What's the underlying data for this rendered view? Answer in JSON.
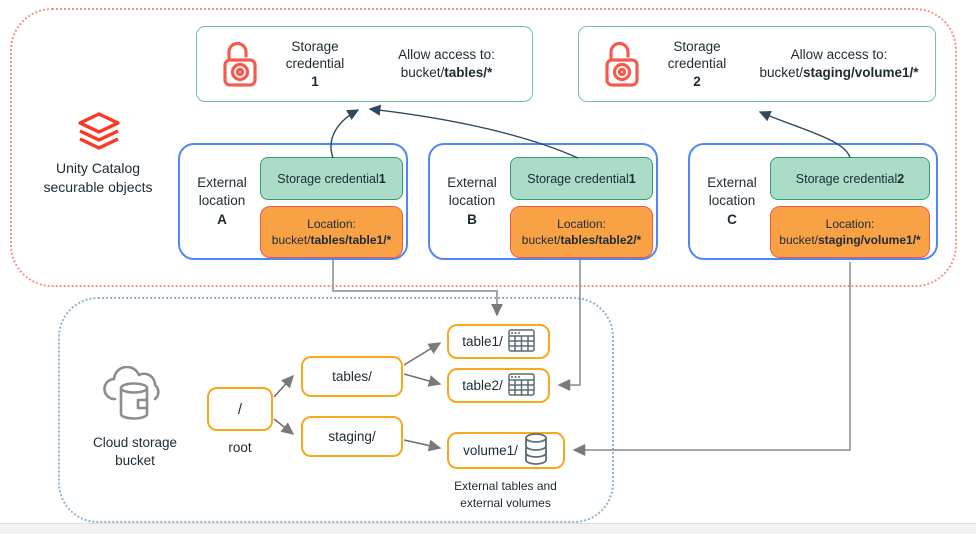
{
  "unity_section": {
    "label_line1": "Unity Catalog",
    "label_line2": "securable objects"
  },
  "storage_credentials": [
    {
      "title_line1": "Storage",
      "title_line2": "credential",
      "number": "1",
      "allow_label": "Allow access to:",
      "path_prefix": "bucket/",
      "path_bold": "tables/*"
    },
    {
      "title_line1": "Storage",
      "title_line2": "credential",
      "number": "2",
      "allow_label": "Allow access to:",
      "path_prefix": "bucket/",
      "path_bold": "staging/volume1/*"
    }
  ],
  "external_locations": [
    {
      "label1": "External",
      "label2": "location",
      "letter": "A",
      "credential_label": "Storage credential ",
      "credential_number": "1",
      "location_label": "Location:",
      "location_prefix": "bucket/",
      "location_bold": "tables/table1/*"
    },
    {
      "label1": "External",
      "label2": "location",
      "letter": "B",
      "credential_label": "Storage credential ",
      "credential_number": "1",
      "location_label": "Location:",
      "location_prefix": "bucket/",
      "location_bold": "tables/table2/*"
    },
    {
      "label1": "External",
      "label2": "location",
      "letter": "C",
      "credential_label": "Storage credential ",
      "credential_number": "2",
      "location_label": "Location:",
      "location_prefix": "bucket/",
      "location_bold": "staging/volume1/*"
    }
  ],
  "bucket_section": {
    "label_line1": "Cloud storage",
    "label_line2": "bucket",
    "root_box": "/",
    "root_caption": "root",
    "folder_tables": "tables/",
    "folder_staging": "staging/",
    "item_table1": "table1/",
    "item_table2": "table2/",
    "item_volume1": "volume1/",
    "caption_line1": "External tables and",
    "caption_line2": "external volumes"
  },
  "icons": {
    "databricks_logo": "databricks-logo-icon",
    "lock": "lock-icon",
    "cloud_storage": "cloud-storage-icon",
    "table": "table-icon",
    "volume": "volume-cylinder-icon"
  },
  "colors": {
    "databricks_red": "#FF3621",
    "lock_red": "#F25C4F",
    "credential_green_fill": "#ABDCC8",
    "credential_green_border": "#2F9E78",
    "location_orange_fill": "#F9A245",
    "location_orange_border": "#EF5B45",
    "external_blue_border": "#4F87F5",
    "bucket_box_orange_border": "#F8A81C",
    "unity_dotted_border": "#F2948A",
    "bucket_dotted_border": "#8FB3CC",
    "dark_arrow": "#2E4A5C",
    "gray_arrow": "#7A7A7A"
  }
}
